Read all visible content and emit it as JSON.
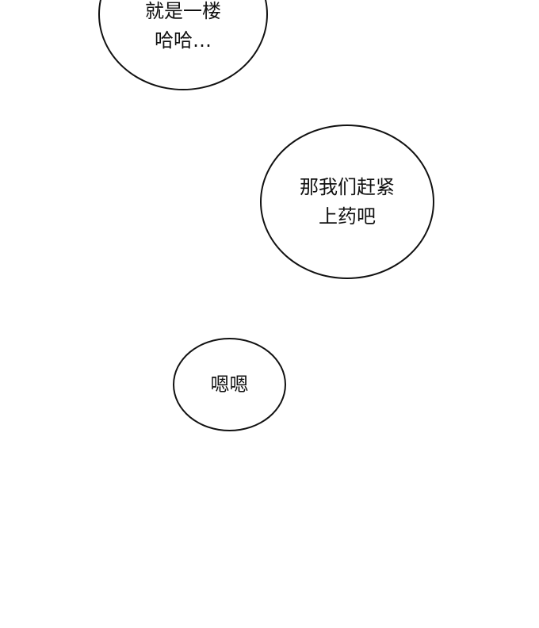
{
  "bubbles": [
    {
      "lines": [
        "就是一楼",
        "哈哈…"
      ]
    },
    {
      "lines": [
        "那我们赶紧",
        "上药吧"
      ]
    },
    {
      "lines": [
        "嗯嗯"
      ]
    }
  ]
}
